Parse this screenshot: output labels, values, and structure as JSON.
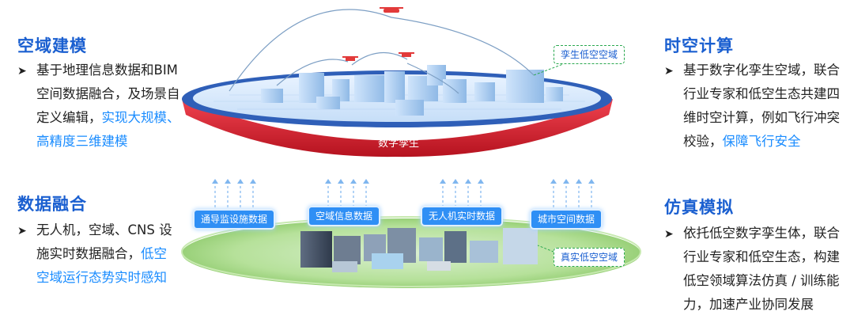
{
  "sections": {
    "tl": {
      "title": "空域建模",
      "lines": [
        "基于地理信息数据和BIM",
        "空间数据融合，及场景自",
        "定义编辑，"
      ],
      "hl": [
        "实现大规模、",
        "高精度三维建模"
      ]
    },
    "tr": {
      "title": "时空计算",
      "lines": [
        "基于数字化孪生空域，联合",
        "行业专家和低空生态共建四",
        "维时空计算，例如飞行冲突",
        "校验，"
      ],
      "hl": [
        "保障飞行安全"
      ]
    },
    "bl": {
      "title": "数据融合",
      "lines": [
        "无人机，空域、CNS 设",
        "施实时数据融合，"
      ],
      "hl": [
        "低空",
        "空域运行态势实时感知"
      ]
    },
    "br": {
      "title": "仿真模拟",
      "lines": [
        "依托低空数字孪生体，联合",
        "行业专家和低空生态，构建",
        "低空领域算法仿真 / 训练能",
        "力，加速产业协同发展"
      ],
      "hl": []
    }
  },
  "bullet_symbol": "➤",
  "diagram": {
    "twin_label": "数字孪生",
    "twin_callout": "孪生低空空域",
    "real_callout": "真实低空空域",
    "tags": [
      "通导监设施数据",
      "空域信息数据",
      "无人机实时数据",
      "城市空间数据"
    ]
  },
  "colors": {
    "accent": "#1a5fd0",
    "highlight": "#1a8cff",
    "disk_red": "#d8263a",
    "disk_blue": "#2f5fb8",
    "tag_blue": "#2f8ff5",
    "callout_green": "#2aa84f",
    "ground_green": "#9fd57a"
  }
}
